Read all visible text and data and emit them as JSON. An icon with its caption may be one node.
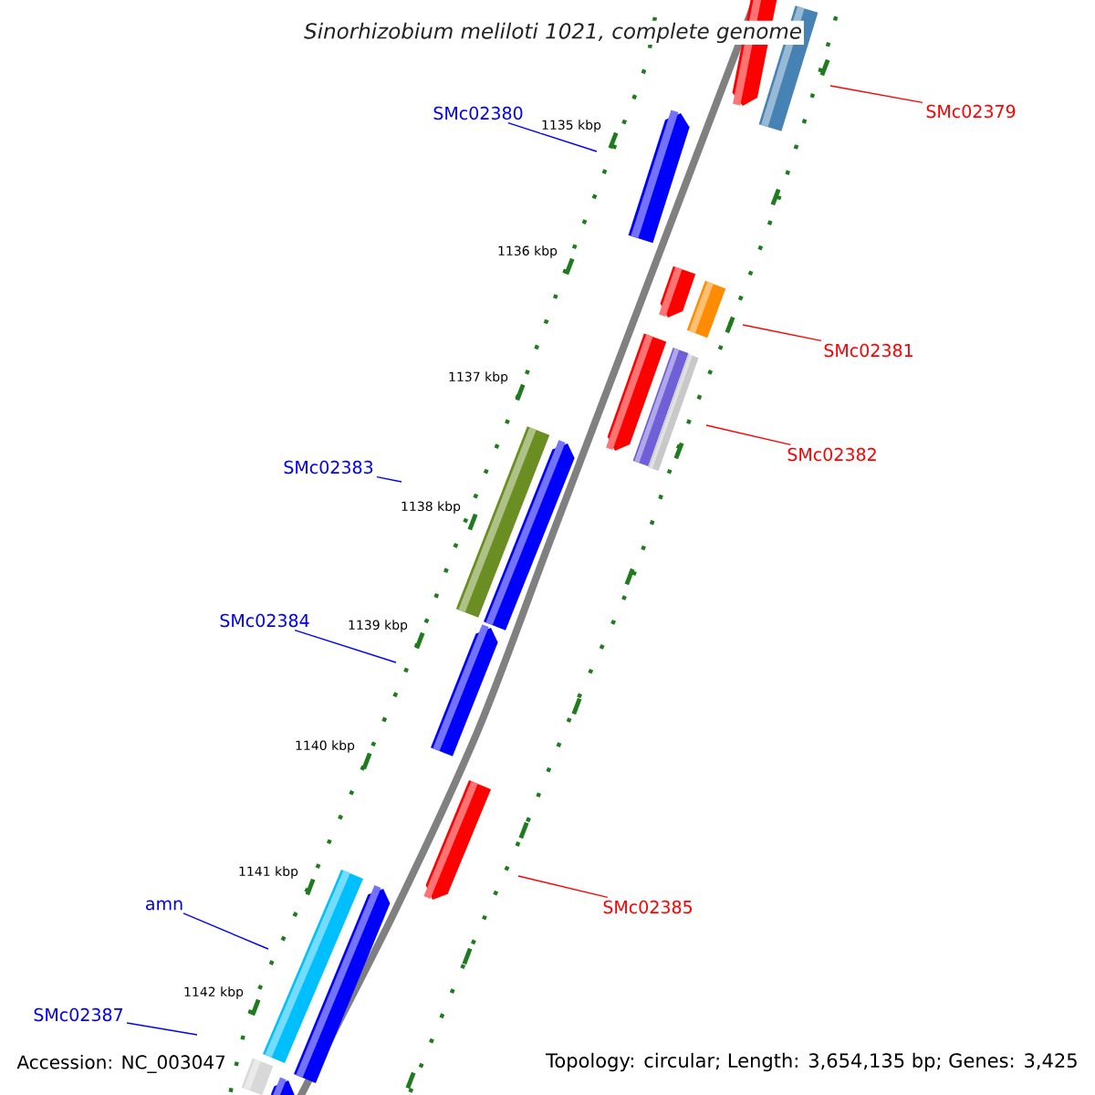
{
  "diagram": {
    "title": "Sinorhizobium meliloti 1021, complete genome",
    "nodes": [
      {
        "text": [
          "SMc02380"
        ]
      },
      {
        "text": [
          "SMc02379"
        ]
      },
      {
        "text": [
          "SMc02381"
        ]
      },
      {
        "text": [
          "SMc02382"
        ]
      },
      {
        "text": [
          "SMc02383"
        ]
      },
      {
        "text": [
          "SMc02384"
        ]
      },
      {
        "text": [
          "SMc02385"
        ]
      },
      {
        "text": [
          "amn"
        ]
      },
      {
        "text": [
          "SMc02387"
        ]
      }
    ],
    "edges": [
      {
        "from": 0,
        "to": null,
        "arrow": "none",
        "color": "#0000ff"
      },
      {
        "from": 1,
        "to": null,
        "arrow": "none",
        "color": "#ff0000"
      },
      {
        "from": 2,
        "to": null,
        "arrow": "none",
        "color": "#ff0000"
      },
      {
        "from": 3,
        "to": null,
        "arrow": "none",
        "color": "#ff0000"
      },
      {
        "from": 4,
        "to": null,
        "arrow": "none",
        "color": "#0000ff"
      },
      {
        "from": 5,
        "to": null,
        "arrow": "none",
        "color": "#0000ff"
      },
      {
        "from": 6,
        "to": null,
        "arrow": "none",
        "color": "#ff0000"
      },
      {
        "from": 7,
        "to": null,
        "arrow": "none",
        "color": "#0000ff"
      },
      {
        "from": 8,
        "to": null,
        "arrow": "none",
        "color": "#0000ff"
      }
    ],
    "labels": [
      "1135 kbp",
      "1136 kbp",
      "1137 kbp",
      "1138 kbp",
      "1139 kbp",
      "1140 kbp",
      "1141 kbp",
      "1142 kbp",
      "Accession: NC_003047",
      "Topology: circular; Length: 3,654,135 bp; Genes: 3,425"
    ]
  }
}
